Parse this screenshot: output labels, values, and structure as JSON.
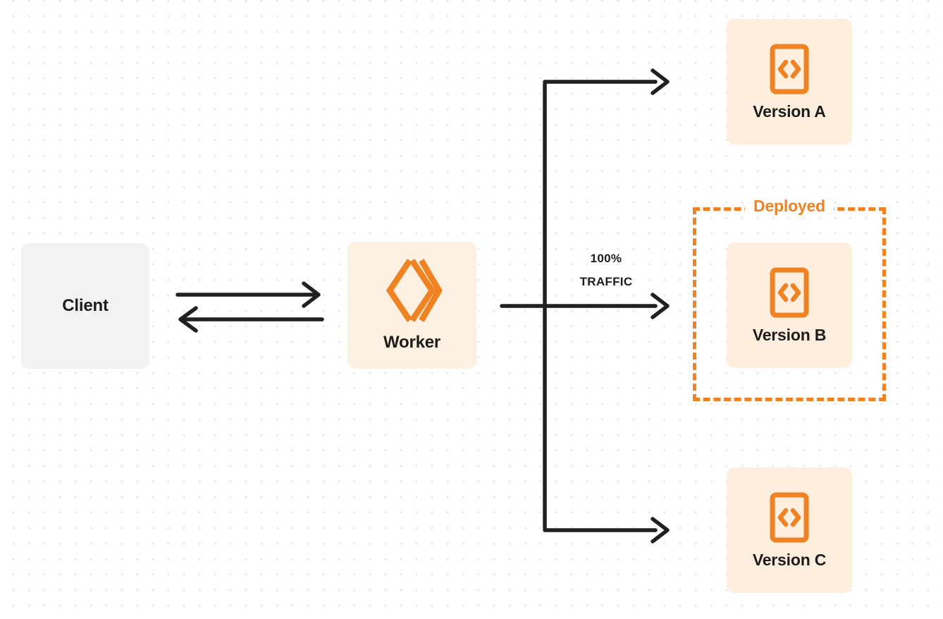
{
  "diagram": {
    "title": "Worker traffic routing to versions",
    "background": {
      "type": "dot-grid",
      "dot_color": "#e6e7e9",
      "page_color": "#ffffff"
    },
    "colors": {
      "orange": "#ef8222",
      "orange_light_fill": "#fdeedd",
      "worker_fill": "#fdf0e0",
      "client_fill": "#f1f2f4",
      "line": "#1f2022",
      "text": "#1d1d1d"
    }
  },
  "nodes": {
    "client": {
      "label": "Client"
    },
    "worker": {
      "label": "Worker",
      "icon": "cloudflare-workers-logo"
    },
    "version_a": {
      "label": "Version A",
      "icon": "code-icon"
    },
    "version_b": {
      "label": "Version B",
      "icon": "code-icon"
    },
    "version_c": {
      "label": "Version C",
      "icon": "code-icon"
    }
  },
  "groups": {
    "deployed": {
      "label": "Deployed",
      "style": "dashed",
      "color": "#ef8222",
      "contains": "Version B"
    }
  },
  "edges": {
    "client_to_worker": {
      "direction": "right",
      "label": ""
    },
    "worker_to_client": {
      "direction": "left",
      "label": ""
    },
    "worker_to_version_a": {
      "direction": "right",
      "label": ""
    },
    "worker_to_version_b": {
      "direction": "right",
      "label": "100% TRAFFIC"
    },
    "worker_to_version_c": {
      "direction": "right",
      "label": ""
    }
  },
  "traffic_label": {
    "line1": "100%",
    "line2": "TRAFFIC"
  }
}
